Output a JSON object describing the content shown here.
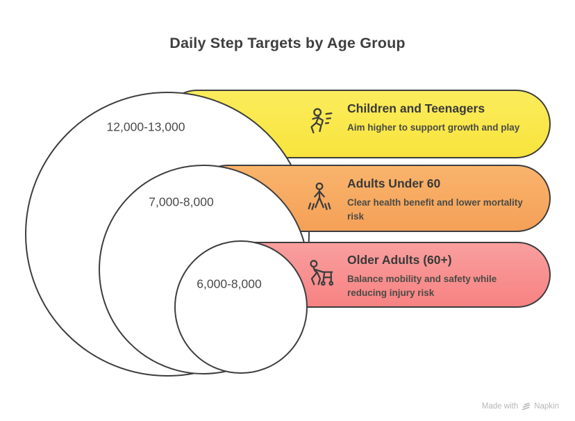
{
  "title": "Daily Step Targets by Age Group",
  "groups": [
    {
      "name": "Children and Teenagers",
      "step_range": "12,000-13,000",
      "description": "Aim higher to support growth and play",
      "icon": "running-child-icon",
      "pill_color_top": "#FBEC5D",
      "pill_color_bottom": "#F8E43C"
    },
    {
      "name": "Adults Under 60",
      "step_range": "7,000-8,000",
      "description": "Clear health benefit and lower mortality risk",
      "icon": "walking-person-icon",
      "pill_color_top": "#F9B46C",
      "pill_color_bottom": "#F5A057"
    },
    {
      "name": "Older Adults (60+)",
      "step_range": "6,000-8,000",
      "description": "Balance mobility and safety while reducing injury risk",
      "icon": "person-with-walker-icon",
      "pill_color_top": "#F99F9F",
      "pill_color_bottom": "#F78282"
    }
  ],
  "colors": {
    "outline": "#3D3D3D",
    "circle_fill": "#FFFFFF",
    "label_text": "#4A4A4A",
    "watermark_text": "#B6B6B6"
  },
  "watermark": {
    "prefix": "Made with",
    "brand": "Napkin"
  }
}
